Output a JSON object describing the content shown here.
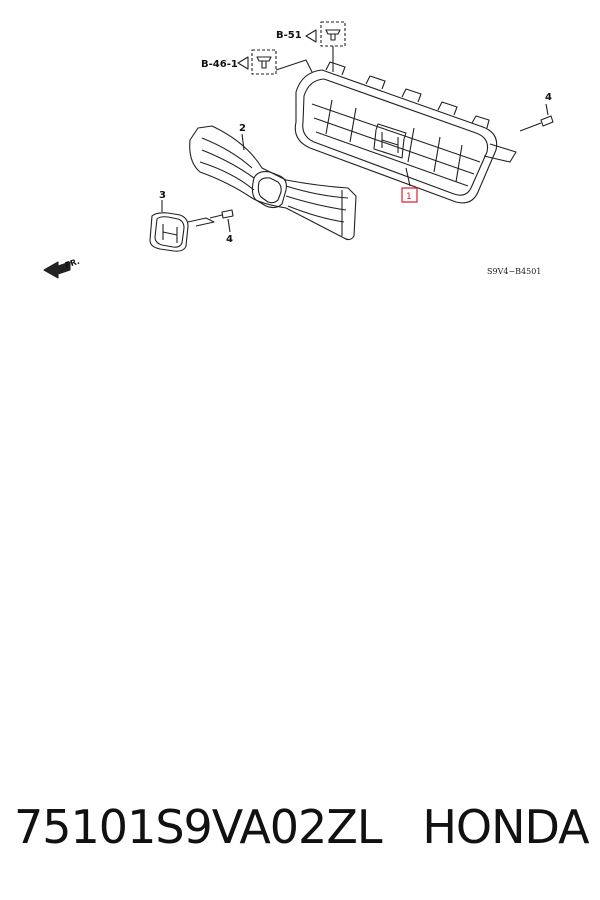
{
  "diagram": {
    "callouts": {
      "b51": "B-51",
      "b461": "B-46-1",
      "part1": "1",
      "part2": "2",
      "part3": "3",
      "part4a": "4",
      "part4b": "4",
      "front": "FR."
    },
    "ref_code": "S9V4−B4501",
    "colors": {
      "line": "#222222",
      "highlight": "#d9232e"
    }
  },
  "caption": {
    "part_number": "75101S9VA02ZL",
    "brand": "HONDA"
  }
}
